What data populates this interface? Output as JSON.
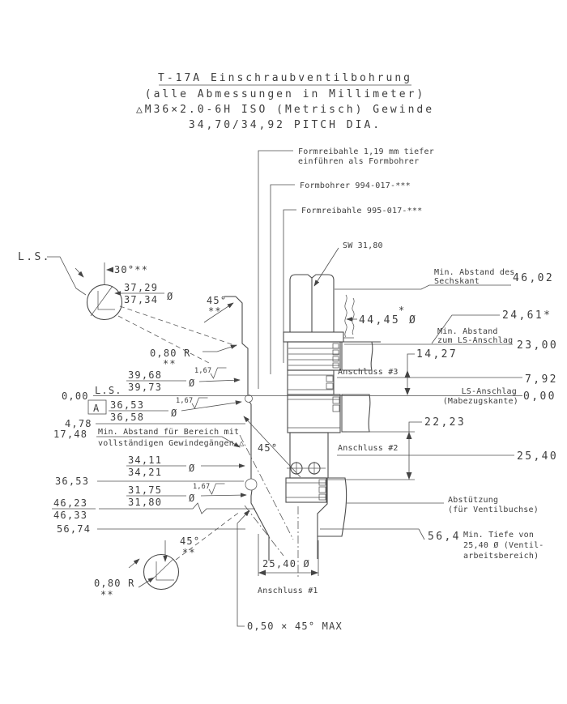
{
  "title": {
    "line1": "T-17A Einschraubventilbohrung",
    "line2": "(alle Abmessungen in Millimeter)",
    "line3": "△M36×2.0-6H ISO (Metrisch) Gewinde",
    "line4": "34,70/34,92 PITCH DIA."
  },
  "symbols": {
    "dia": "Ø",
    "stars": "**",
    "star": "*",
    "finish": "1,67",
    "datum_a": "A"
  },
  "tools": {
    "reamer_note1": "Formreibahle 1,19 mm tiefer",
    "reamer_note2": "einführen als Formbohrer",
    "form_drill": "Formbohrer 994-017-***",
    "form_reamer": "Formreibahle 995-017-***",
    "hex_size": "SW 31,80"
  },
  "right": {
    "min_hex1": "Min. Abstand des",
    "min_hex2": "Sechskant",
    "min_hex_val": "46,02",
    "dia4445": "44,45",
    "val2461": "24,61*",
    "min_ls1": "Min. Abstand",
    "min_ls2": "zum LS-Anschlag",
    "min_ls_val": "23,00",
    "val1427": "14,27",
    "port3": "Anschluss #3",
    "val792": "7,92",
    "ls1": "LS-Anschlag",
    "ls2": "(Mabezugskante)",
    "ls_val": "0,00",
    "val2223": "22,23",
    "port2": "Anschluss #2",
    "val2540": "25,40",
    "support1": "Abstützung",
    "support2": "(für Ventilbuchse)",
    "depth_val": "56,4",
    "depth1": "Min. Tiefe von",
    "depth2": "25,40 Ø (Ventil-",
    "depth3": "arbeitsbereich)"
  },
  "left": {
    "ls_top": "L.S.",
    "angle30": "30°**",
    "dia3729_top": "37,29",
    "dia3729_bot": "37,34",
    "angle45": "45°",
    "r080": "0,80 R",
    "dia3968_top": "39,68",
    "dia3968_bot": "39,73",
    "zero": "0,00",
    "ls_mid": "L.S.",
    "dia3653_top": "36,53",
    "dia3653_bot": "36,58",
    "val478": "4,78",
    "val1748": "17,48",
    "thread1": "Min. Abstand für Bereich mit",
    "thread2": "vollständigen Gewindegängen △",
    "dia3411_top": "34,11",
    "dia3411_bot": "34,21",
    "val3653": "36,53",
    "dia3175_top": "31,75",
    "dia3175_bot": "31,80",
    "val4623_top": "46,23",
    "val4623_bot": "46,33",
    "val5674": "56,74"
  },
  "bottom": {
    "dim2540": "25,40 Ø",
    "port1": "Anschluss #1",
    "chamfer": "0,50 × 45° MAX"
  }
}
